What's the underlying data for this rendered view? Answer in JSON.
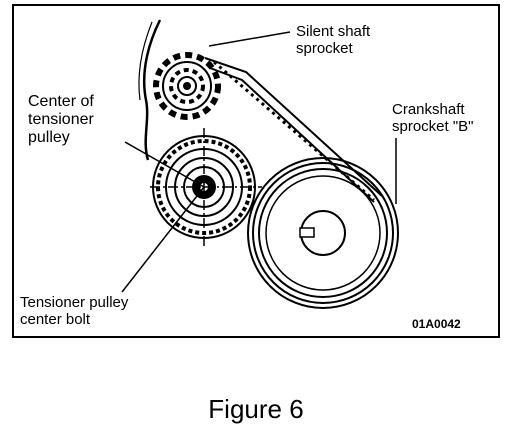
{
  "labels": {
    "silent_shaft_line1": "Silent shaft",
    "silent_shaft_line2": "sprocket",
    "center_line1": "Center of",
    "center_line2": "tensioner",
    "center_line3": "pulley",
    "crankshaft_line1": "Crankshaft",
    "crankshaft_line2": "sprocket \"B\"",
    "bolt_line1": "Tensioner pulley",
    "bolt_line2": "center bolt",
    "figure_code": "01A0042"
  },
  "caption": "Figure 6"
}
